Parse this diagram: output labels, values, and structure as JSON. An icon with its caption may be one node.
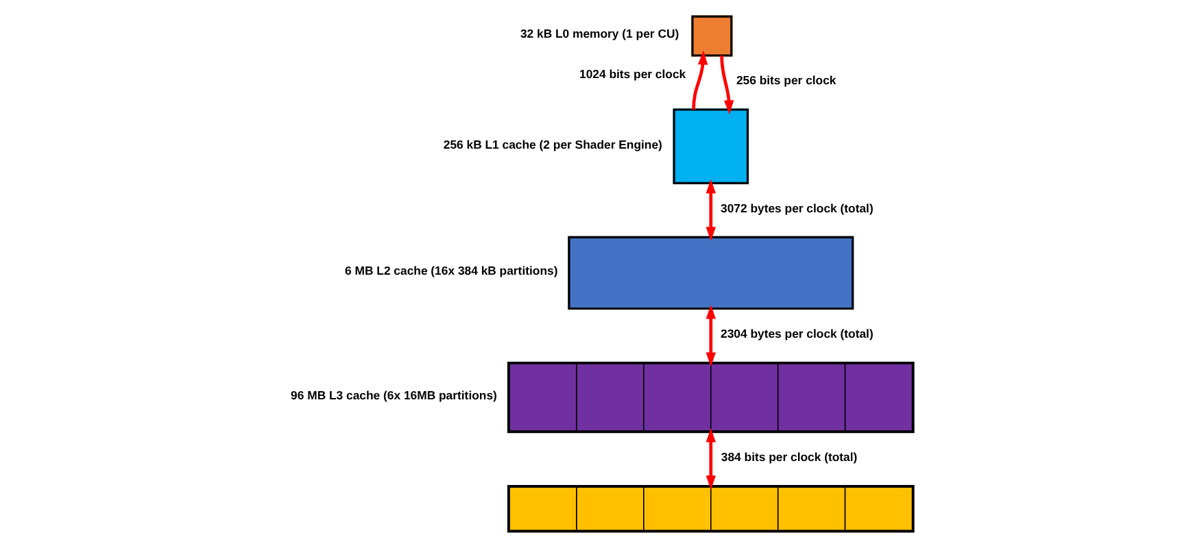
{
  "diagram": {
    "nodes": [
      {
        "text": [
          "32 kB L0 memory (1 per CU)"
        ]
      },
      {
        "text": [
          "256 kB L1 cache (2 per Shader Engine)"
        ]
      },
      {
        "text": [
          "6 MB L2 cache (16x 384 kB partitions)"
        ]
      },
      {
        "text": [
          "96 MB L3 cache (6x 16MB partitions)"
        ]
      },
      {
        "text": [],
        "shape": "box"
      }
    ],
    "edges": [
      {
        "from": 1,
        "to": 0,
        "arrow": "to",
        "label": "1024 bits per clock"
      },
      {
        "from": 0,
        "to": 1,
        "arrow": "to",
        "label": "256 bits per clock"
      },
      {
        "from": 1,
        "to": 2,
        "arrow": "both",
        "label": "3072 bytes per clock (total)"
      },
      {
        "from": 2,
        "to": 3,
        "arrow": "both",
        "label": "2304 bytes per clock (total)"
      },
      {
        "from": 3,
        "to": 4,
        "arrow": "both",
        "label": "384 bits per clock (total)"
      }
    ]
  }
}
